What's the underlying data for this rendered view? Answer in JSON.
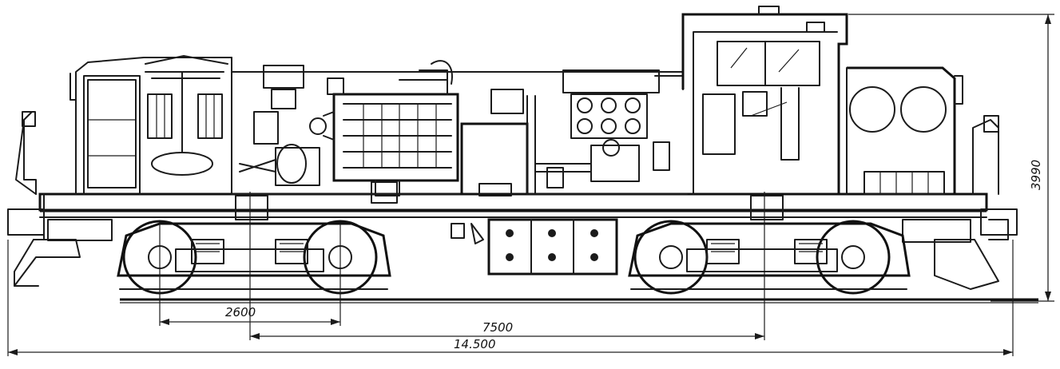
{
  "dimensions": {
    "bogie_wheelbase": "2600",
    "bogie_centers": "7500",
    "overall_length": "14500",
    "overall_length_label": "14.500",
    "height": "3990"
  }
}
